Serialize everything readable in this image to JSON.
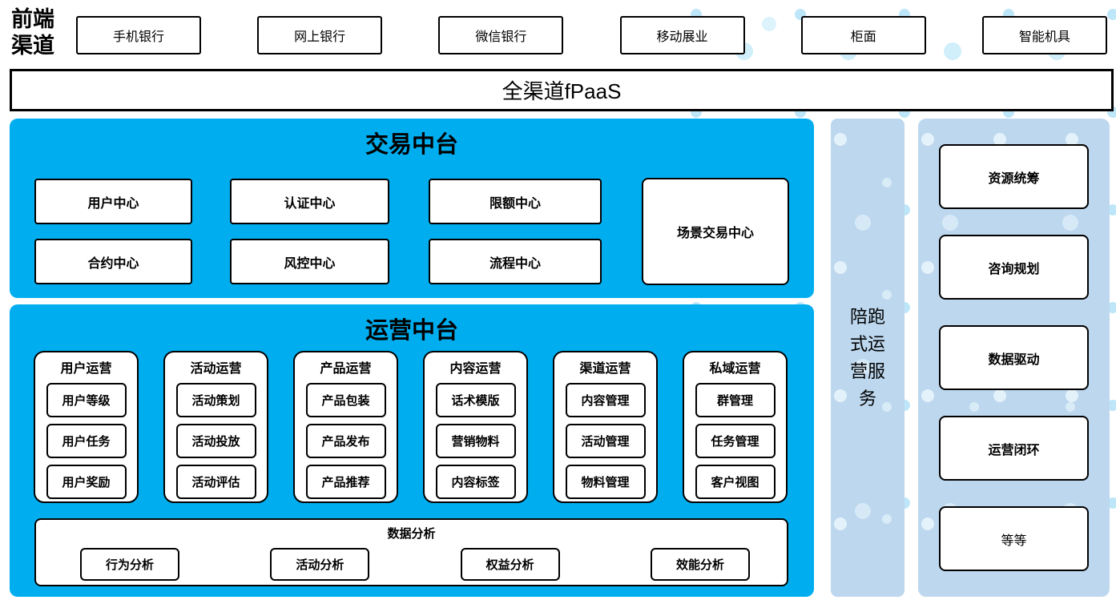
{
  "colors": {
    "platform_blue": "#00AEEF",
    "panel_blue": "#BDD7EE",
    "dot_blue": "#D5EEFA",
    "box_border": "#000000",
    "box_fill": "#FFFFFF"
  },
  "front_channels": {
    "label": "前端渠道",
    "items": [
      "手机银行",
      "网上银行",
      "微信银行",
      "移动展业",
      "柜面",
      "智能机具"
    ]
  },
  "fpaas_bar": {
    "label": "全渠道fPaaS"
  },
  "transaction_platform": {
    "title": "交易中台",
    "boxes": [
      "用户中心",
      "认证中心",
      "限额中心",
      "合约中心",
      "风控中心",
      "流程中心"
    ],
    "scene_box": "场景交易中心"
  },
  "operation_platform": {
    "title": "运营中台",
    "groups": [
      {
        "title": "用户运营",
        "items": [
          "用户等级",
          "用户任务",
          "用户奖励"
        ]
      },
      {
        "title": "活动运营",
        "items": [
          "活动策划",
          "活动投放",
          "活动评估"
        ]
      },
      {
        "title": "产品运营",
        "items": [
          "产品包装",
          "产品发布",
          "产品推荐"
        ]
      },
      {
        "title": "内容运营",
        "items": [
          "话术模版",
          "营销物料",
          "内容标签"
        ]
      },
      {
        "title": "渠道运营",
        "items": [
          "内容管理",
          "活动管理",
          "物料管理"
        ]
      },
      {
        "title": "私域运营",
        "items": [
          "群管理",
          "任务管理",
          "客户视图"
        ]
      }
    ],
    "data_analysis": {
      "title": "数据分析",
      "items": [
        "行为分析",
        "活动分析",
        "权益分析",
        "效能分析"
      ]
    }
  },
  "side_service": {
    "label": "陪跑式运营服务"
  },
  "right_panel": {
    "items": [
      "资源统筹",
      "咨询规划",
      "数据驱动",
      "运营闭环",
      "等等"
    ]
  }
}
